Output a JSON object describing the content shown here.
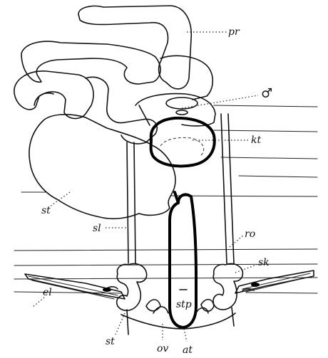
{
  "figure": {
    "labels": {
      "pr": "pr",
      "male": "♂",
      "kt": "kt",
      "st_upper": "st",
      "sl": "sl",
      "ro": "ro",
      "sk": "sk",
      "el": "el",
      "stp": "stp",
      "st_lower": "st",
      "ov": "ov",
      "at": "at"
    }
  }
}
